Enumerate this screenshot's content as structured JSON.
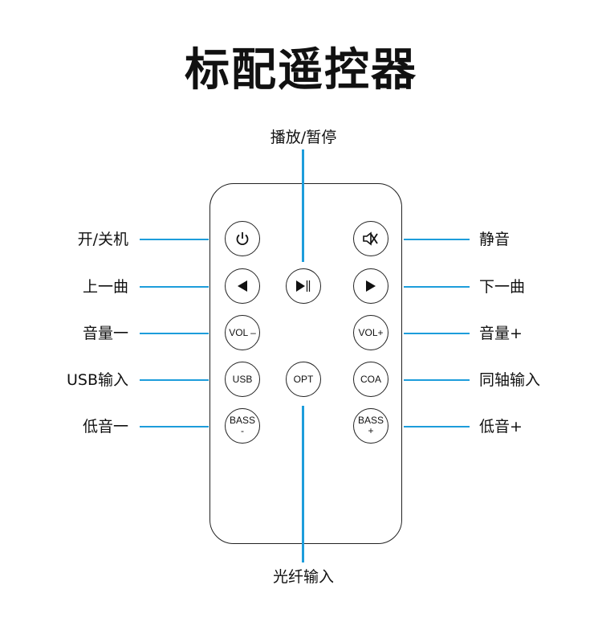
{
  "title": "标配遥控器",
  "top_label": "播放/暂停",
  "bottom_label": "光纤输入",
  "left_labels": [
    "开/关机",
    "上一曲",
    "音量一",
    "USB输入",
    "低音一"
  ],
  "right_labels": [
    "静音",
    "下一曲",
    "音量+",
    "同轴输入",
    "低音+"
  ],
  "buttons": {
    "vol_minus": "VOL –",
    "vol_plus": "VOL+",
    "usb": "USB",
    "opt": "OPT",
    "coa": "COA",
    "bass": "BASS",
    "minus": "-",
    "plus": "+"
  },
  "colors": {
    "accent": "#1d9ddb"
  }
}
